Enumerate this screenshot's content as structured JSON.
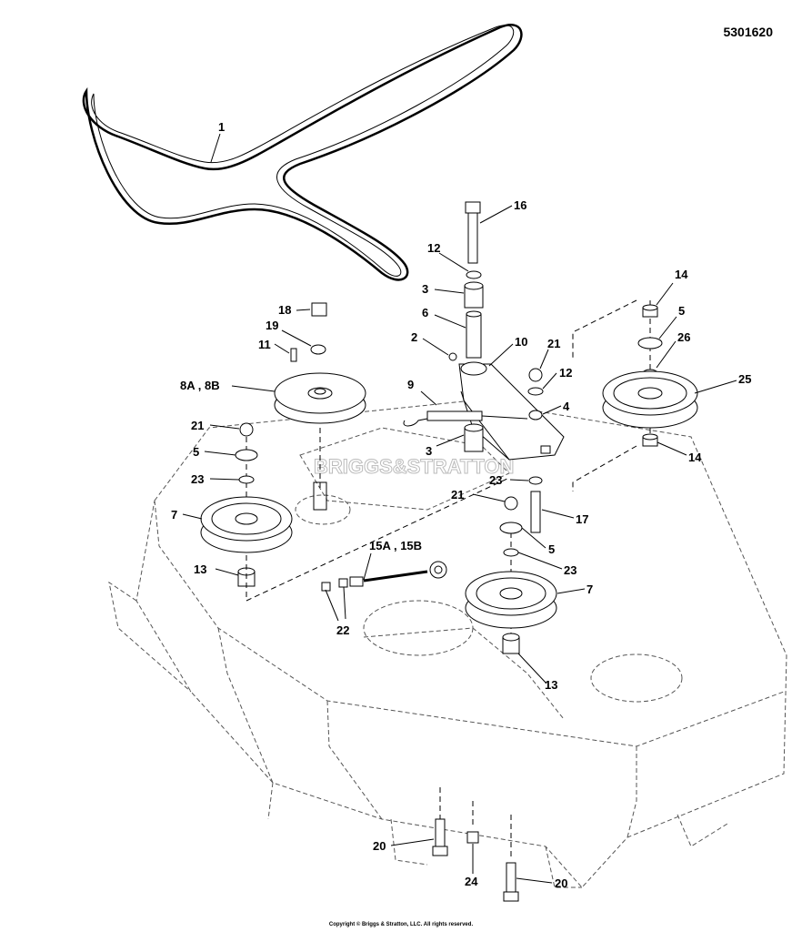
{
  "drawing_number": "5301620",
  "copyright": "Copyright © Briggs & Stratton, LLC. All rights reserved.",
  "watermark": "BRIGGS&STRATTON",
  "callouts": [
    {
      "id": "c1",
      "label": "1"
    },
    {
      "id": "c16",
      "label": "16"
    },
    {
      "id": "c12a",
      "label": "12"
    },
    {
      "id": "c3a",
      "label": "3"
    },
    {
      "id": "c6",
      "label": "6"
    },
    {
      "id": "c2",
      "label": "2"
    },
    {
      "id": "c10",
      "label": "10"
    },
    {
      "id": "c21a",
      "label": "21"
    },
    {
      "id": "c12b",
      "label": "12"
    },
    {
      "id": "c4",
      "label": "4"
    },
    {
      "id": "c9",
      "label": "9"
    },
    {
      "id": "c3b",
      "label": "3"
    },
    {
      "id": "c14a",
      "label": "14"
    },
    {
      "id": "c5a",
      "label": "5"
    },
    {
      "id": "c26",
      "label": "26"
    },
    {
      "id": "c25",
      "label": "25"
    },
    {
      "id": "c14b",
      "label": "14"
    },
    {
      "id": "c18",
      "label": "18"
    },
    {
      "id": "c19",
      "label": "19"
    },
    {
      "id": "c11",
      "label": "11"
    },
    {
      "id": "c8",
      "label": "8A , 8B"
    },
    {
      "id": "c21b",
      "label": "21"
    },
    {
      "id": "c5b",
      "label": "5"
    },
    {
      "id": "c23a",
      "label": "23"
    },
    {
      "id": "c7a",
      "label": "7"
    },
    {
      "id": "c13a",
      "label": "13"
    },
    {
      "id": "c23b",
      "label": "23"
    },
    {
      "id": "c21c",
      "label": "21"
    },
    {
      "id": "c17",
      "label": "17"
    },
    {
      "id": "c5c",
      "label": "5"
    },
    {
      "id": "c15",
      "label": "15A , 15B"
    },
    {
      "id": "c23c",
      "label": "23"
    },
    {
      "id": "c7b",
      "label": "7"
    },
    {
      "id": "c22",
      "label": "22"
    },
    {
      "id": "c13b",
      "label": "13"
    },
    {
      "id": "c20a",
      "label": "20"
    },
    {
      "id": "c24",
      "label": "24"
    },
    {
      "id": "c20b",
      "label": "20"
    }
  ]
}
